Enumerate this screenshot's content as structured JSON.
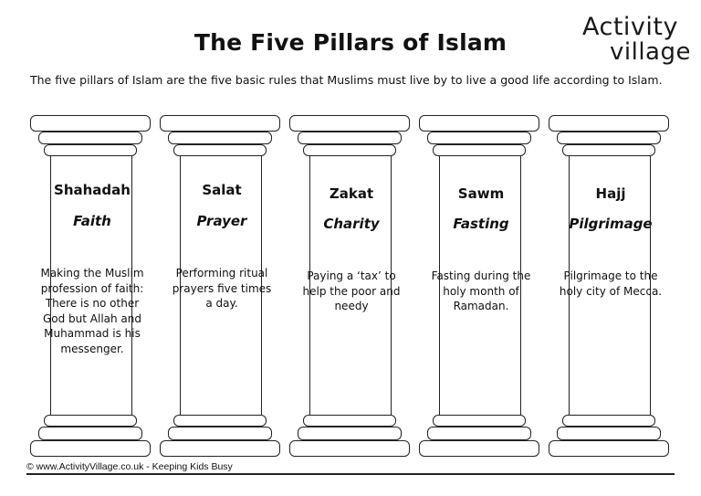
{
  "header": {
    "title": "The Five Pillars of Islam",
    "logo_line1": "Activity",
    "logo_line2": "village"
  },
  "intro": "The five pillars of Islam are the five basic rules that Muslims must live by to live a good life according to Islam.",
  "pillars": [
    {
      "name": "Shahadah",
      "meaning": "Faith",
      "description": "Making the Muslim profession of faith: There is no other God but Allah and Muhammad is his messenger."
    },
    {
      "name": "Salat",
      "meaning": "Prayer",
      "description": "Performing ritual prayers five times a day."
    },
    {
      "name": "Zakat",
      "meaning": "Charity",
      "description": "Paying a ‘tax’ to help the poor and needy"
    },
    {
      "name": "Sawm",
      "meaning": "Fasting",
      "description": "Fasting during the holy month of Ramadan."
    },
    {
      "name": "Hajj",
      "meaning": "Pilgrimage",
      "description": "Pilgrimage to the holy city of Mecca."
    }
  ],
  "footer": {
    "copyright": "© www.ActivityVillage.co.uk - Keeping Kids Busy"
  }
}
